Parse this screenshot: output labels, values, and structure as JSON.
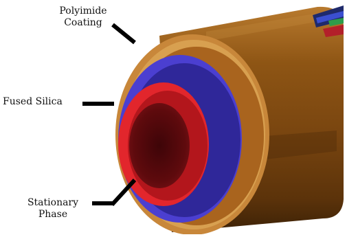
{
  "labels": {
    "polyimide_line1": "Polyimide",
    "polyimide_line2": "Coating",
    "fused_silica": "Fused Silica",
    "stationary_line1": "Stationary",
    "stationary_line2": "Phase"
  },
  "colors": {
    "polyimide_dark": "#6b3f0c",
    "polyimide_mid": "#9a5e1a",
    "polyimide_light": "#c88a3a",
    "polyimide_face": "#d59a45",
    "fused_silica": "#4b3fd0",
    "fused_silica_dark": "#2a2290",
    "stationary_phase": "#e0242a",
    "stationary_dark": "#8a0d12",
    "bore": "#5e0a0d",
    "leader_line": "#000000"
  }
}
